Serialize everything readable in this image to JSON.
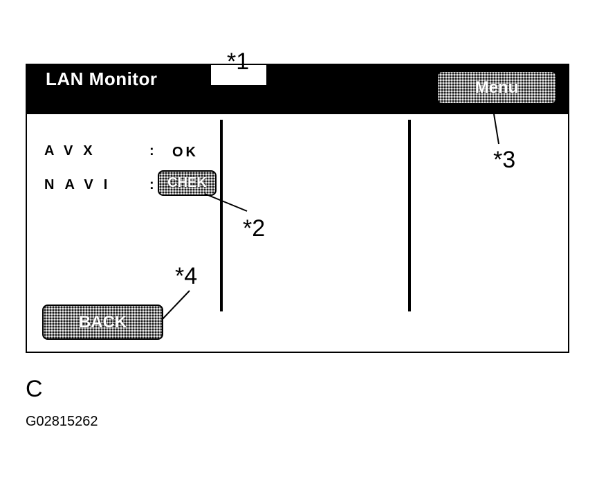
{
  "screen": {
    "title": "LAN Monitor",
    "menu_label": "Menu",
    "rows": [
      {
        "label": "AVX",
        "colon": ":",
        "value": "OK"
      },
      {
        "label": "NAVI",
        "colon": ":",
        "value": "CHEK"
      }
    ],
    "back_label": "BACK"
  },
  "callouts": {
    "c1": "*1",
    "c2": "*2",
    "c3": "*3",
    "c4": "*4"
  },
  "caption": {
    "letter": "C",
    "figure_id": "G02815262"
  }
}
